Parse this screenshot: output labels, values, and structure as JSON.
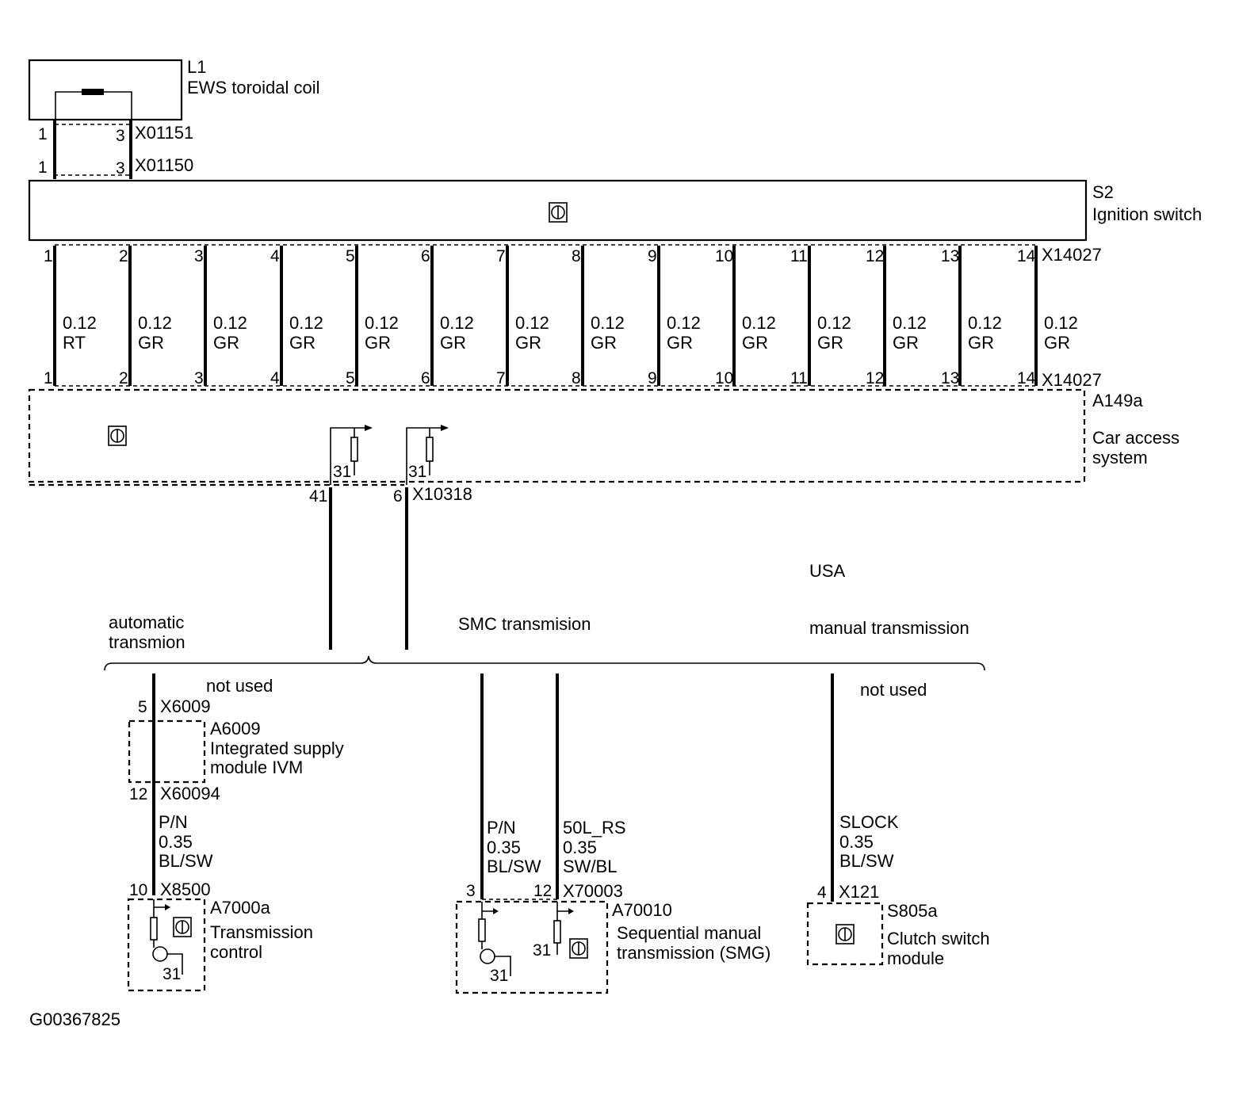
{
  "components": {
    "l1": {
      "id": "L1",
      "name": "EWS toroidal coil"
    },
    "s2": {
      "id": "S2",
      "name": "Ignition switch"
    },
    "a149a": {
      "id": "A149a",
      "name_line1": "Car access",
      "name_line2": "system"
    },
    "a6009": {
      "id": "A6009",
      "name_line1": "Integrated supply",
      "name_line2": "module IVM"
    },
    "a7000a": {
      "id": "A7000a",
      "name_line1": "Transmission",
      "name_line2": "control"
    },
    "a70010": {
      "id": "A70010",
      "name_line1": "Sequential manual",
      "name_line2": "transmission (SMG)"
    },
    "s805a": {
      "id": "S805a",
      "name_line1": "Clutch switch",
      "name_line2": "module"
    }
  },
  "connectors": {
    "x01151": "X01151",
    "x01150": "X01150",
    "x14027_top": "X14027",
    "x14027_bottom": "X14027",
    "x10318": "X10318",
    "x6009": "X6009",
    "x60094": "X60094",
    "x8500": "X8500",
    "x70003": "X70003",
    "x121": "X121"
  },
  "coil_pins": {
    "p1_top": "1",
    "p3_top": "3",
    "p1_bot": "1",
    "p3_bot": "3"
  },
  "bus_wires": [
    {
      "pin": "1",
      "size": "0.12",
      "color": "RT"
    },
    {
      "pin": "2",
      "size": "0.12",
      "color": "GR"
    },
    {
      "pin": "3",
      "size": "0.12",
      "color": "GR"
    },
    {
      "pin": "4",
      "size": "0.12",
      "color": "GR"
    },
    {
      "pin": "5",
      "size": "0.12",
      "color": "GR"
    },
    {
      "pin": "6",
      "size": "0.12",
      "color": "GR"
    },
    {
      "pin": "7",
      "size": "0.12",
      "color": "GR"
    },
    {
      "pin": "8",
      "size": "0.12",
      "color": "GR"
    },
    {
      "pin": "9",
      "size": "0.12",
      "color": "GR"
    },
    {
      "pin": "10",
      "size": "0.12",
      "color": "GR"
    },
    {
      "pin": "11",
      "size": "0.12",
      "color": "GR"
    },
    {
      "pin": "12",
      "size": "0.12",
      "color": "GR"
    },
    {
      "pin": "13",
      "size": "0.12",
      "color": "GR"
    },
    {
      "pin": "14",
      "size": "0.12",
      "color": "GR"
    }
  ],
  "cas_outputs": {
    "ground_a": "31",
    "ground_b": "31",
    "pin_a": "41",
    "pin_b": "6"
  },
  "variants": {
    "region": "USA",
    "automatic_line1": "automatic",
    "automatic_line2": "transmion",
    "smc": "SMC transmision",
    "manual": "manual transmission"
  },
  "not_used_auto": "not used",
  "not_used_manual": "not used",
  "auto_branch": {
    "pin_x6009": "5",
    "pin_x60094": "12",
    "signal": "P/N",
    "size": "0.35",
    "color": "BL/SW",
    "pin_x8500": "10",
    "ground": "31"
  },
  "smg_branch": {
    "wire1_signal": "P/N",
    "wire1_size": "0.35",
    "wire1_color": "BL/SW",
    "wire2_signal": "50L_RS",
    "wire2_size": "0.35",
    "wire2_color": "SW/BL",
    "pin_a": "3",
    "pin_b": "12",
    "ground_a": "31",
    "ground_b": "31"
  },
  "manual_branch": {
    "signal": "SLOCK",
    "size": "0.35",
    "color": "BL/SW",
    "pin_x121": "4"
  },
  "figure_id": "G00367825"
}
